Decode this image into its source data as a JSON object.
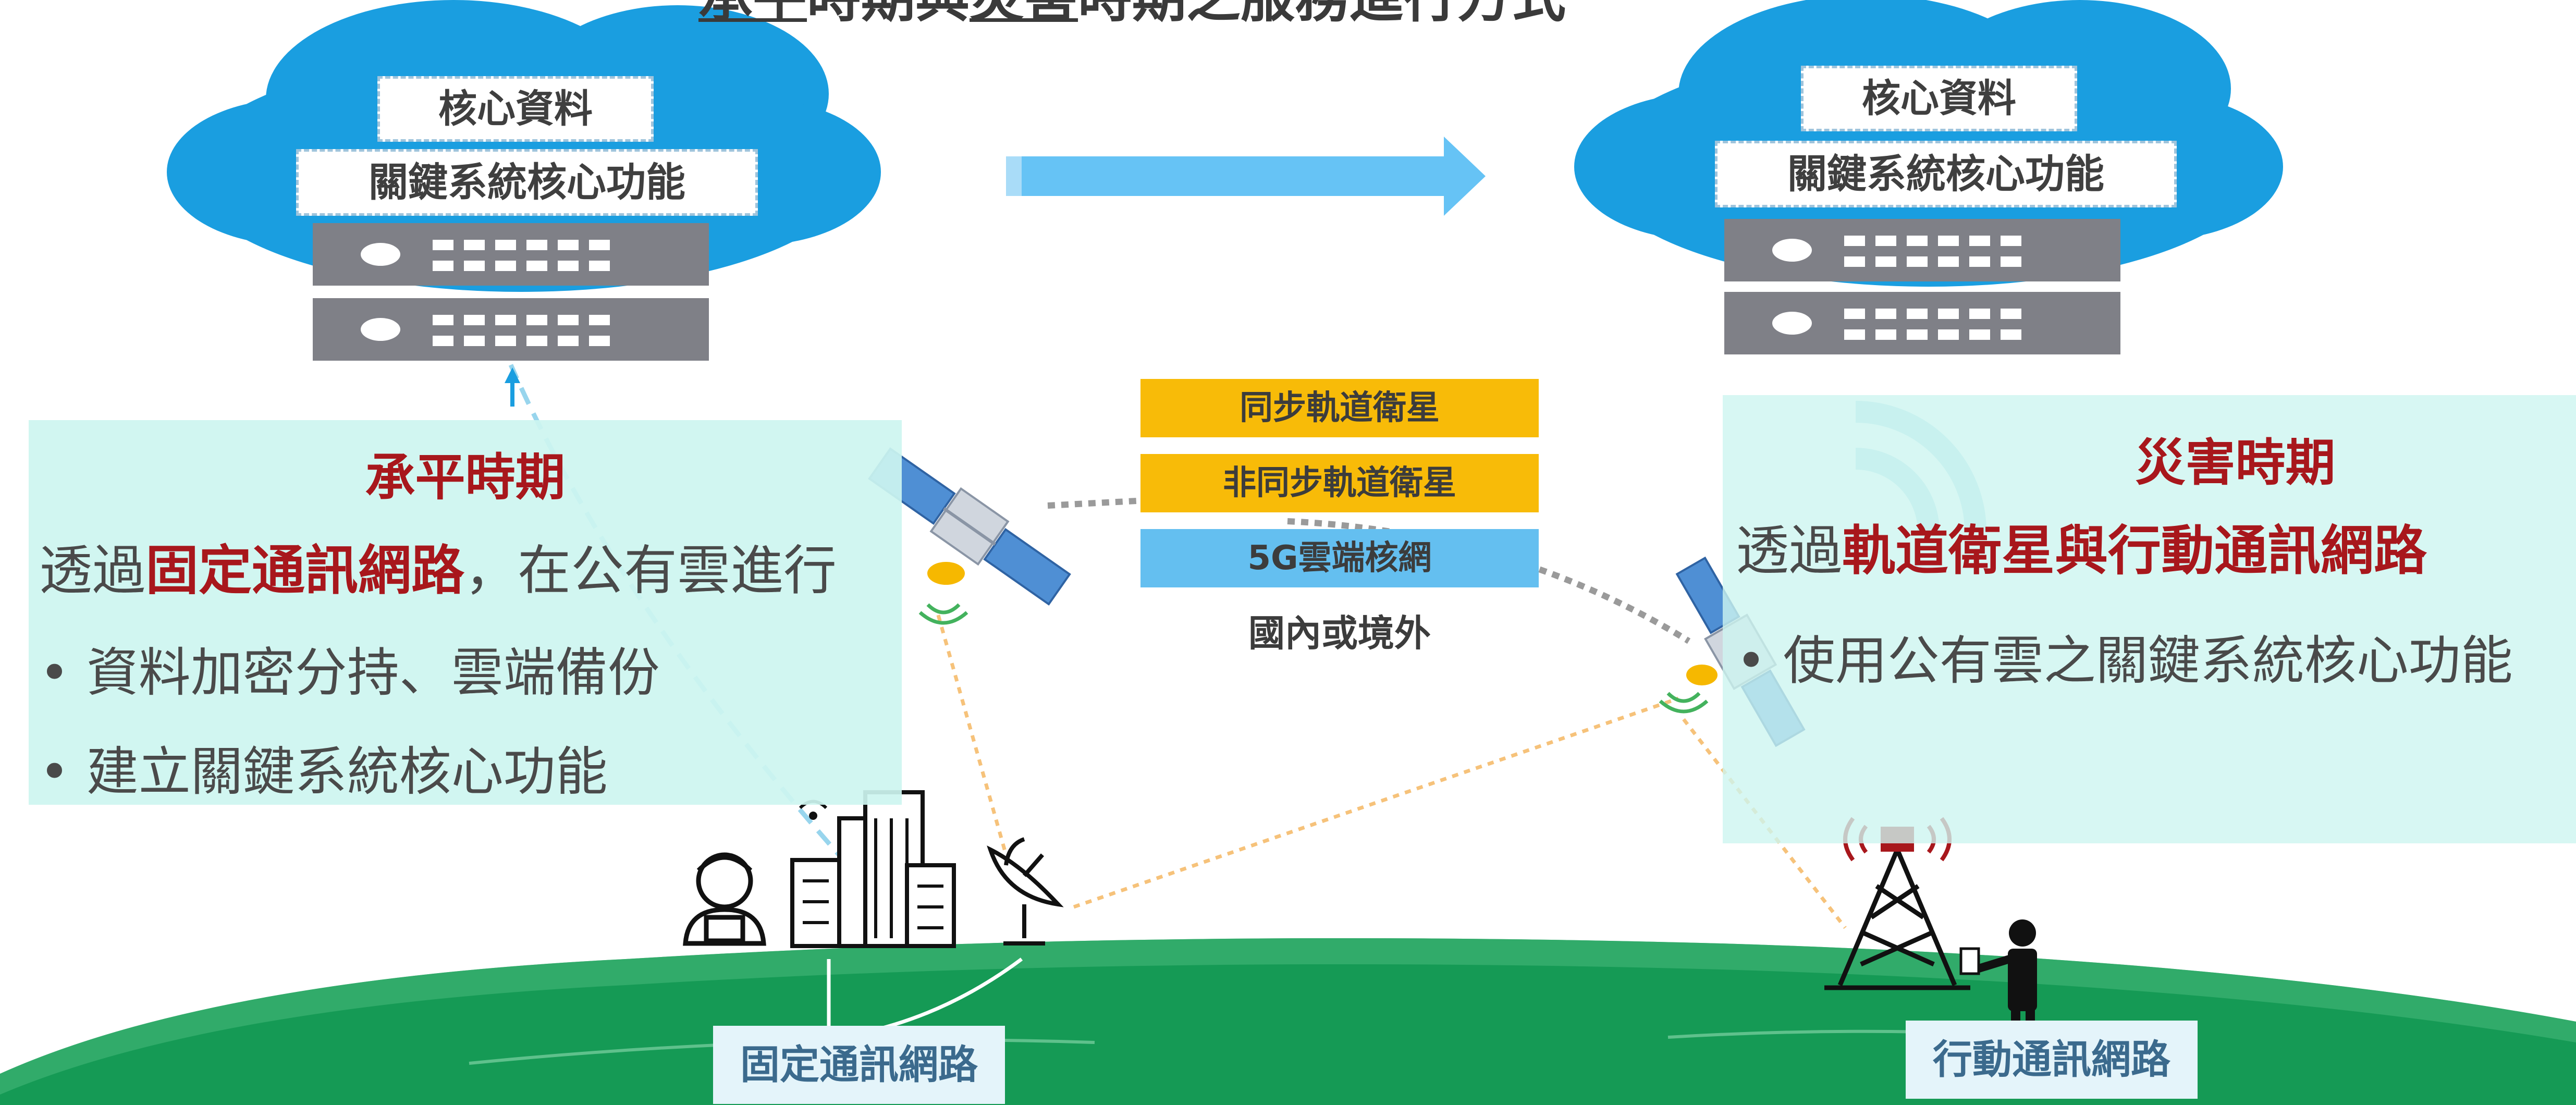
{
  "title": {
    "part1": "承平",
    "part2": "時期與",
    "part3": "災害",
    "part4": "時期之服務進行方式"
  },
  "left_cloud": {
    "core_label": "核心資料",
    "function_label": "關鍵系統核心功能"
  },
  "right_cloud": {
    "core_label": "核心資料",
    "function_label": "關鍵系統核心功能"
  },
  "center_tags": {
    "geo_satellite": "同步軌道衛星",
    "non_geo_satellite": "非同步軌道衛星",
    "core_5g": "5G雲端核網",
    "location": "國內或境外"
  },
  "peace_panel": {
    "heading": "承平時期",
    "line_prefix": "透過",
    "line_highlight": "固定通訊網路",
    "line_suffix": "，在公有雲進行",
    "bullets": [
      "• 資料加密分持、雲端備份",
      "• 建立關鍵系統核心功能"
    ]
  },
  "disaster_panel": {
    "heading": "災害時期",
    "line_prefix": "透過",
    "line_highlight": "軌道衛星與行動通訊網路",
    "bullets": [
      "• 使用公有雲之關鍵系統核心功能"
    ]
  },
  "network_labels": {
    "fixed": "固定通訊網路",
    "mobile": "行動通訊網路"
  },
  "colors": {
    "cloud": "#1a9ee0",
    "server": "#7f8087",
    "arrow": "#66c3f5",
    "panel": "#cdf5f0",
    "highlight": "#a8171c",
    "satellite_tag": "#f8bb08",
    "core_tag": "#64bff0",
    "ground": "#159a55"
  }
}
